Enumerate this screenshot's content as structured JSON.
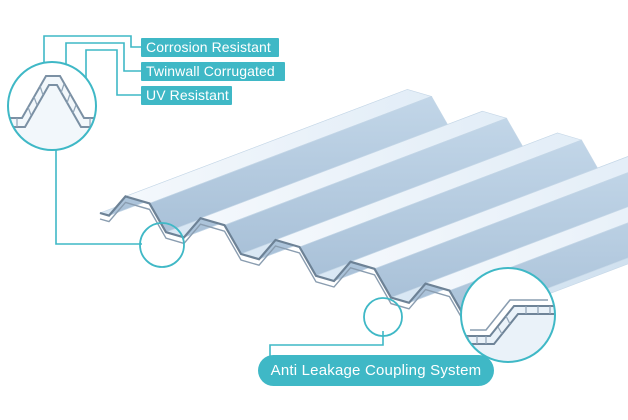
{
  "colors": {
    "accent": "#3fb8c6",
    "sheet_light": "#edf4fb",
    "sheet_mid": "#d4e4f2",
    "sheet_dark": "#b3cbe1",
    "sheet_edge": "#6d8296"
  },
  "features": [
    {
      "label": "Corrosion Resistant"
    },
    {
      "label": "Twinwall Corrugated"
    },
    {
      "label": "UV Resistant"
    }
  ],
  "callout": {
    "label": "Anti Leakage Coupling System"
  }
}
